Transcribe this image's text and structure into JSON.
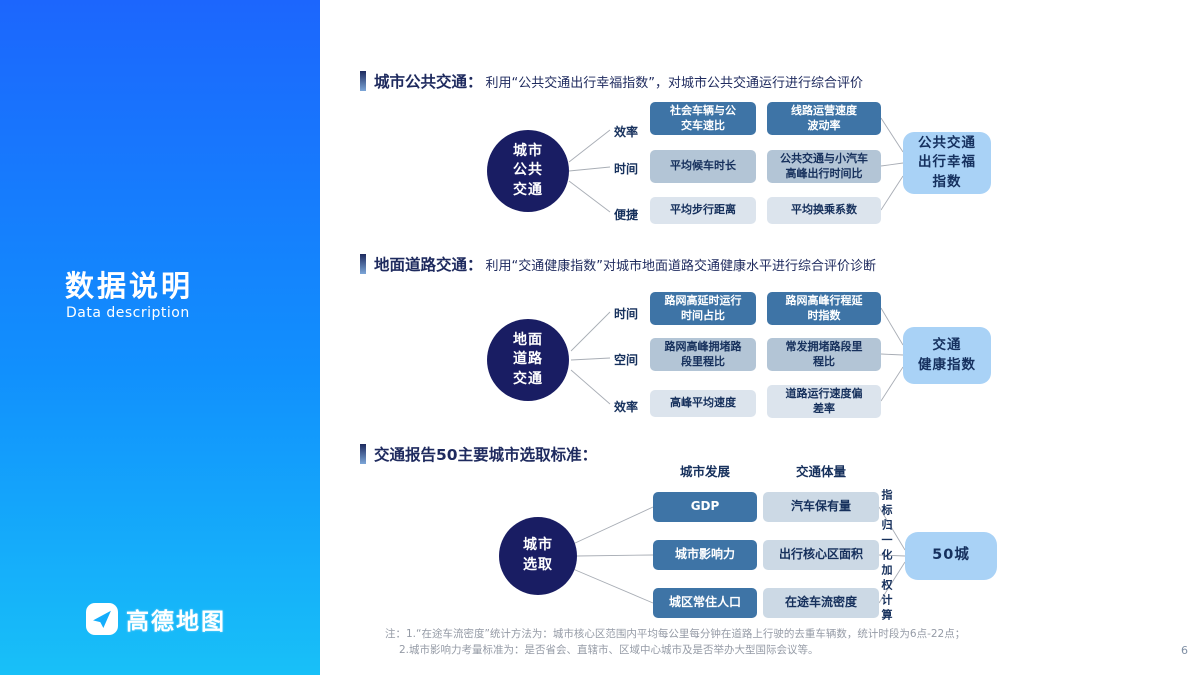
{
  "colors": {
    "sidebar_top": "#1c66fd",
    "sidebar_bottom": "#18c0f8",
    "circle": "#191d63",
    "box_dark": "#3e74a6",
    "box_mid": "#b3c5d6",
    "box_light": "#dce4ed",
    "box_pale": "#ccd9e5",
    "result_box": "#a9d2f6",
    "heading_text": "#1e2a5e"
  },
  "sidebar": {
    "title": "数据说明",
    "subtitle": "Data description",
    "logo_text": "高德地图"
  },
  "sections": [
    {
      "title": "城市公共交通：",
      "description": "利用“公共交通出行幸福指数”，对城市公共交通运行进行综合评价",
      "circle_label": "城市\n公共\n交通",
      "branches": [
        "效率",
        "时间",
        "便捷"
      ],
      "rows": [
        [
          "社会车辆与公\n交车速比",
          "线路运营速度\n波动率"
        ],
        [
          "平均候车时长",
          "公共交通与小汽车\n高峰出行时间比"
        ],
        [
          "平均步行距离",
          "平均换乘系数"
        ]
      ],
      "result": "公共交通\n出行幸福\n指数"
    },
    {
      "title": "地面道路交通：",
      "description": "利用“交通健康指数”对城市地面道路交通健康水平进行综合评价诊断",
      "circle_label": "地面\n道路\n交通",
      "branches": [
        "时间",
        "空间",
        "效率"
      ],
      "rows": [
        [
          "路网高延时运行\n时间占比",
          "路网高峰行程延\n时指数"
        ],
        [
          "路网高峰拥堵路\n段里程比",
          "常发拥堵路段里\n程比"
        ],
        [
          "高峰平均速度",
          "道路运行速度偏\n差率"
        ]
      ],
      "result": "交通\n健康指数"
    },
    {
      "title": "交通报告50主要城市选取标准：",
      "circle_label": "城市\n选取",
      "column_headers": [
        "城市发展",
        "交通体量"
      ],
      "rows": [
        [
          "GDP",
          "汽车保有量"
        ],
        [
          "城市影响力",
          "出行核心区面积"
        ],
        [
          "城区常住人口",
          "在途车流密度"
        ]
      ],
      "vertical_label": "指标归一化加权计算",
      "result": "50城"
    }
  ],
  "notes": {
    "line1": "注：1.“在途车流密度”统计方法为：城市核心区范围内平均每公里每分钟在道路上行驶的去重车辆数，统计时段为6点-22点；",
    "line2": "2.城市影响力考量标准为：是否省会、直辖市、区域中心城市及是否举办大型国际会议等。"
  },
  "page": {
    "number": "6"
  }
}
